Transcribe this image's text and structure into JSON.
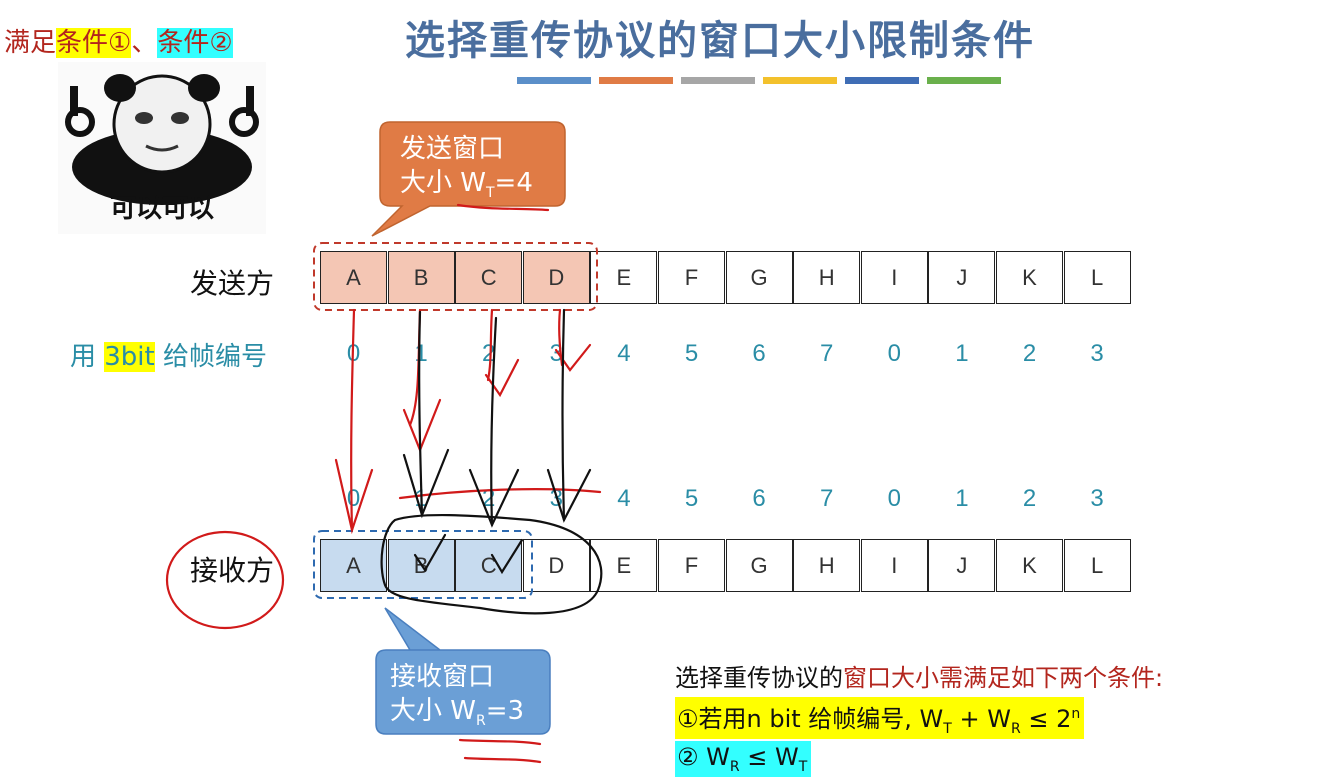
{
  "title": "选择重传协议的窗口大小限制条件",
  "title_colors": [
    "#5b8fc9",
    "#e07b45",
    "#a6a6a6",
    "#f3c12c",
    "#3f6db5",
    "#6ab04c"
  ],
  "top_note": {
    "prefix": "满足",
    "cond1": "条件①",
    "sep": "、",
    "cond2": "条件②"
  },
  "meme": {
    "caption": "可以可以"
  },
  "sender": {
    "label": "发送方",
    "callout_line1": "发送窗口",
    "callout_line2": "大小 W",
    "callout_sub": "T",
    "callout_tail": "=4",
    "callout_color": "#e07b45"
  },
  "receiver": {
    "label": "接收方",
    "callout_line1": "接收窗口",
    "callout_line2": "大小 W",
    "callout_sub": "R",
    "callout_tail": "=3",
    "callout_color": "#6b9fd6"
  },
  "numbering": {
    "prefix": "用 ",
    "bits": "3bit",
    "suffix": " 给帧编号"
  },
  "frames": [
    "A",
    "B",
    "C",
    "D",
    "E",
    "F",
    "G",
    "H",
    "I",
    "J",
    "K",
    "L"
  ],
  "seq_numbers": [
    "0",
    "1",
    "2",
    "3",
    "4",
    "5",
    "6",
    "7",
    "0",
    "1",
    "2",
    "3"
  ],
  "conditions": {
    "heading_a": "选择重传协议的",
    "heading_b": "窗口大小",
    "heading_c": "需满足如下两个条件:",
    "c1_a": "①若用",
    "c1_b": "n bit",
    "c1_c": " 给帧编号, W",
    "c1_d": "T",
    "c1_e": " + W",
    "c1_f": "R",
    "c1_g": " ≤ 2",
    "c1_h": "n",
    "c2_a": "② W",
    "c2_b": "R",
    "c2_c": " ≤ W",
    "c2_d": "T"
  }
}
